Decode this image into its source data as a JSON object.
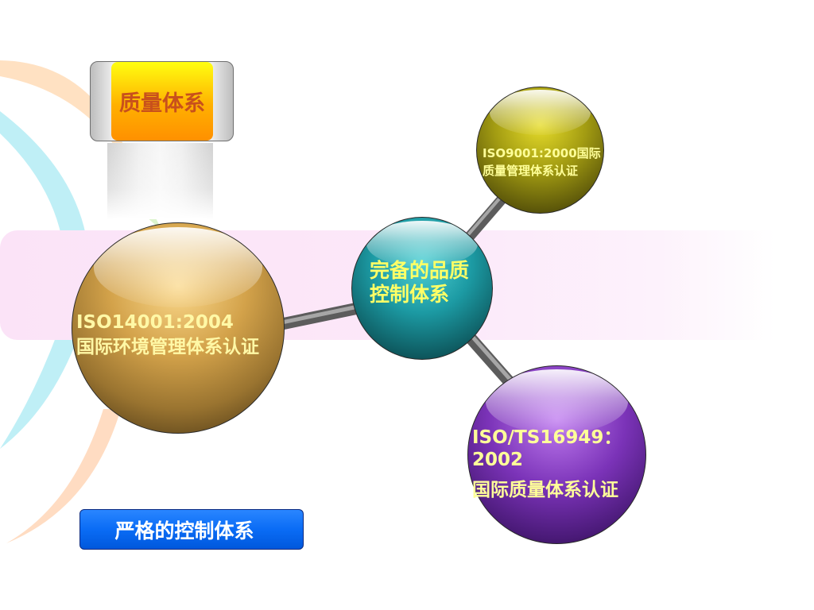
{
  "quality_system_button": {
    "label": "质量体系"
  },
  "hub": {
    "lines": [
      "完备的品质",
      "控制体系"
    ]
  },
  "nodes": {
    "iso9001": {
      "lines": [
        "ISO9001:2000国际",
        "质量管理体系认证"
      ]
    },
    "iso14001": {
      "lines": [
        "ISO14001:2004",
        "国际环境管理体系认证"
      ]
    },
    "ts16949": {
      "lines": [
        "ISO/TS16949：",
        "2002",
        "国际质量体系认证"
      ]
    }
  },
  "control_button": {
    "label": "严格的控制体系"
  },
  "colors": {
    "band_pink": "#fbe3f7",
    "quality_orange": "#ffb000",
    "quality_text": "#c8501c",
    "hub_teal": "#1c9aa3",
    "iso14001_gold": "#d3a24a",
    "iso9001_olive": "#a39c12",
    "ts16949_purple": "#7b33b8",
    "control_blue": "#0a6cf5",
    "label_yellow": "#ffff99"
  }
}
